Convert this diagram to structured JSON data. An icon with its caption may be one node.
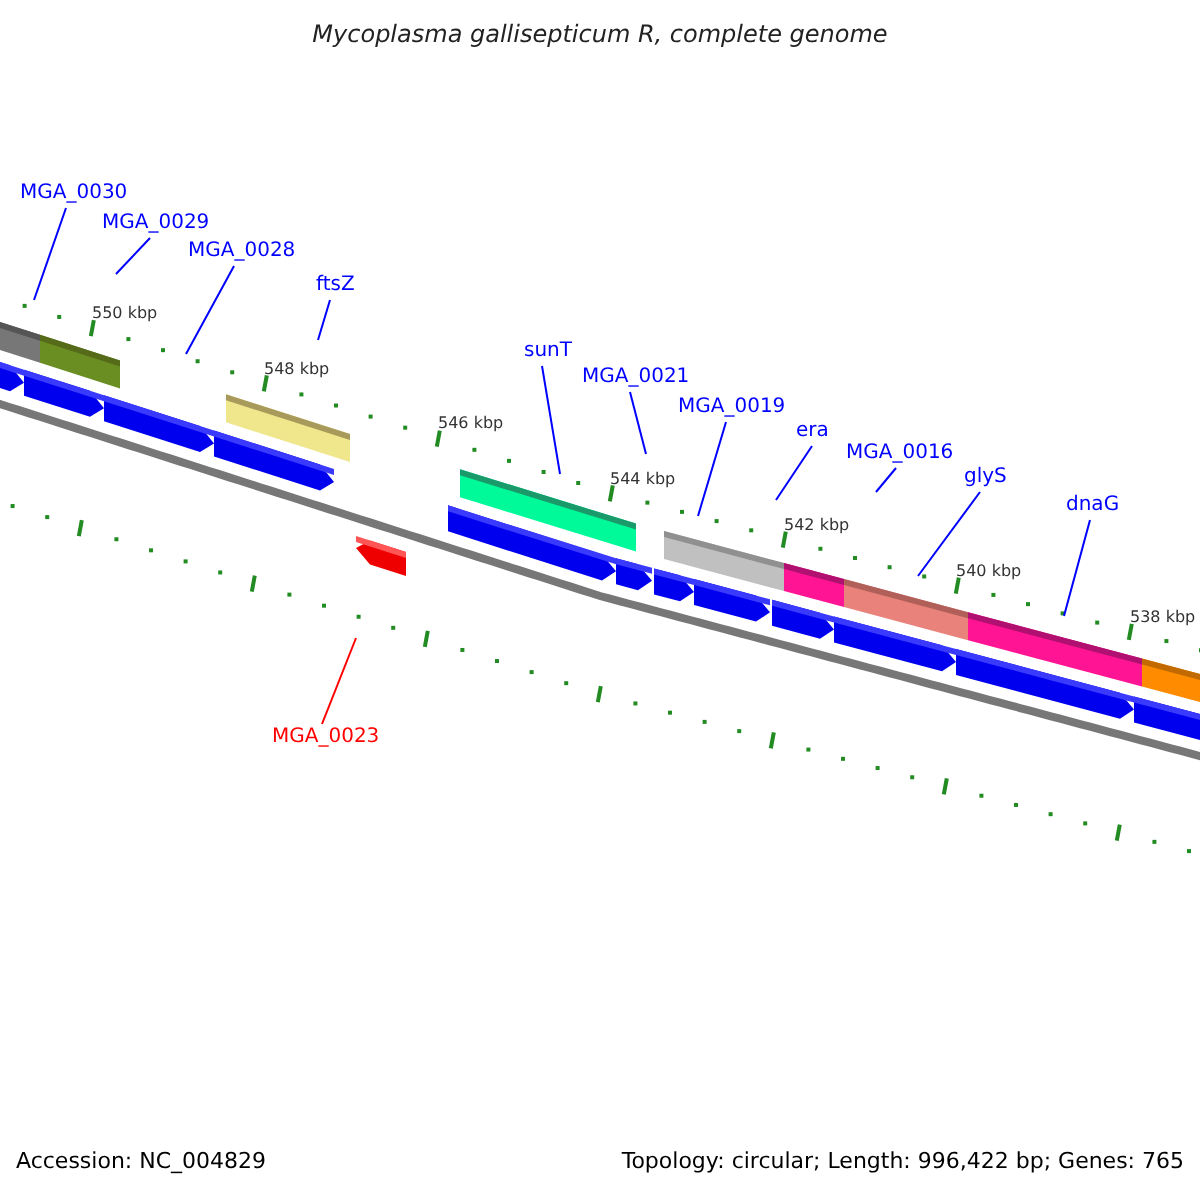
{
  "diagram": {
    "title": "Mycoplasma gallisepticum R, complete genome",
    "nodes": [
      {
        "text": [
          "MGA_0030"
        ]
      },
      {
        "text": [
          "MGA_0029"
        ]
      },
      {
        "text": [
          "MGA_0028"
        ]
      },
      {
        "text": [
          "ftsZ"
        ]
      },
      {
        "text": [
          "sunT"
        ]
      },
      {
        "text": [
          "MGA_0021"
        ]
      },
      {
        "text": [
          "MGA_0019"
        ]
      },
      {
        "text": [
          "era"
        ]
      },
      {
        "text": [
          "MGA_0016"
        ]
      },
      {
        "text": [
          "glyS"
        ]
      },
      {
        "text": [
          "dnaG"
        ]
      },
      {
        "text": [
          "MGA_0023"
        ]
      }
    ],
    "edges": [
      {
        "from": 0,
        "to": null,
        "arrow": "none"
      },
      {
        "from": 1,
        "to": null,
        "arrow": "none"
      },
      {
        "from": 2,
        "to": null,
        "arrow": "none"
      },
      {
        "from": 3,
        "to": null,
        "arrow": "none"
      },
      {
        "from": 4,
        "to": null,
        "arrow": "none"
      },
      {
        "from": 5,
        "to": null,
        "arrow": "none"
      },
      {
        "from": 6,
        "to": null,
        "arrow": "none"
      },
      {
        "from": 7,
        "to": null,
        "arrow": "none"
      },
      {
        "from": 8,
        "to": null,
        "arrow": "none"
      },
      {
        "from": 9,
        "to": null,
        "arrow": "none"
      },
      {
        "from": 10,
        "to": null,
        "arrow": "none"
      },
      {
        "from": 11,
        "to": null,
        "arrow": "none",
        "color": "#ff0000"
      }
    ],
    "labels": [
      "550 kbp",
      "548 kbp",
      "546 kbp",
      "544 kbp",
      "542 kbp",
      "540 kbp",
      "538 kbp",
      "Accession: NC_004829",
      "Topology: circular; Length: 996,422 bp; Genes: 765"
    ]
  }
}
